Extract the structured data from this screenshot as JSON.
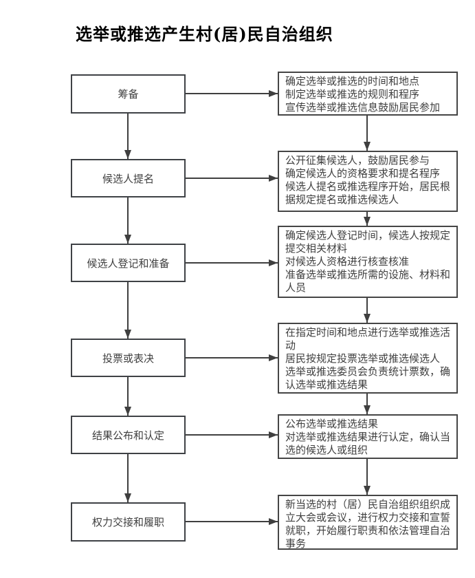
{
  "title": "选举或推选产生村(居)民自治组织",
  "colors": {
    "background": "#ffffff",
    "box_border": "#3e4145",
    "line": "#3f3f3f",
    "text": "#3f3f3f",
    "title_text": "#000000"
  },
  "flowchart": {
    "steps": [
      {
        "label": "筹备",
        "detail": "确定选举或推选的时间和地点\n制定选举或推选的规则和程序\n宣传选举或推选信息鼓励居民参加"
      },
      {
        "label": "候选人提名",
        "detail": "公开征集候选人，鼓励居民参与\n确定候选人的资格要求和提名程序\n候选人提名或推选程序开始，居民根据规定提名或推选候选人"
      },
      {
        "label": "候选人登记和准备",
        "detail": "确定候选人登记时间，候选人按规定提交相关材料\n对候选人资格进行核查核准\n准备选举或推选所需的设施、材料和人员"
      },
      {
        "label": "投票或表决",
        "detail": "在指定时间和地点进行选举或推选活动\n居民按规定投票选举或推选候选人\n选举或推选委员会负责统计票数，确认选举或推选结果"
      },
      {
        "label": "结果公布和认定",
        "detail": "公布选举或推选结果\n对选举或推选结果进行认定，确认当选的候选人或组织"
      },
      {
        "label": "权力交接和履职",
        "detail": "新当选的村（居）民自治组织组织成立大会或会议，进行权力交接和宣誓就职，开始履行职责和依法管理自治事务"
      }
    ]
  }
}
